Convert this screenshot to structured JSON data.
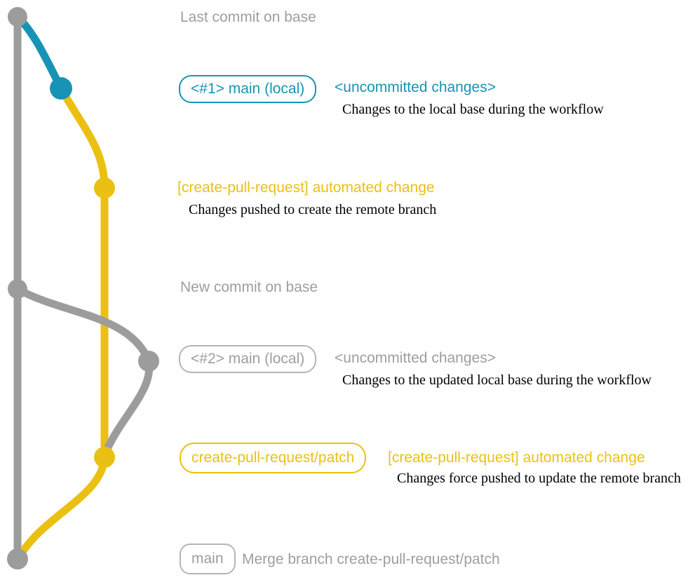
{
  "colors": {
    "base_gray": "#9c9c9c",
    "teal": "#1794b5",
    "yellow": "#eac113",
    "label_gray": "#9e9e9e",
    "desc_black": "#000000",
    "background": "#ffffff"
  },
  "graph": {
    "branches": [
      {
        "name": "base",
        "color": "#9c9c9c"
      },
      {
        "name": "main (local)",
        "color": "#1794b5"
      },
      {
        "name": "create-pull-request/patch",
        "color": "#eac113"
      }
    ],
    "commits": [
      {
        "branch": "base",
        "label": "Last commit on base"
      },
      {
        "branch": "main (local)",
        "label": "<#1> main (local) <uncommitted changes>"
      },
      {
        "branch": "create-pull-request/patch",
        "label": "[create-pull-request] automated change"
      },
      {
        "branch": "base",
        "label": "New commit on base"
      },
      {
        "branch": "main (local)",
        "label": "<#2> main (local) <uncommitted changes>"
      },
      {
        "branch": "create-pull-request/patch",
        "label": "[create-pull-request] automated change (force pushed)"
      },
      {
        "branch": "base",
        "label": "Merge branch create-pull-request/patch"
      }
    ]
  },
  "annotations": {
    "row1": {
      "label": "Last commit on base"
    },
    "row2": {
      "badge": "<#1> main (local)",
      "title": "<uncommitted changes>",
      "desc": "Changes to the local base during the workflow"
    },
    "row3": {
      "title": "[create-pull-request] automated change",
      "desc": "Changes pushed to create the remote branch"
    },
    "row4": {
      "label": "New commit on base"
    },
    "row5": {
      "badge": "<#2> main (local)",
      "title": "<uncommitted changes>",
      "desc": "Changes to the updated local base during the workflow"
    },
    "row6": {
      "badge": "create-pull-request/patch",
      "title": "[create-pull-request] automated change",
      "desc": "Changes force pushed to update the remote branch"
    },
    "row7": {
      "badge": "main",
      "title": "Merge branch create-pull-request/patch"
    }
  }
}
